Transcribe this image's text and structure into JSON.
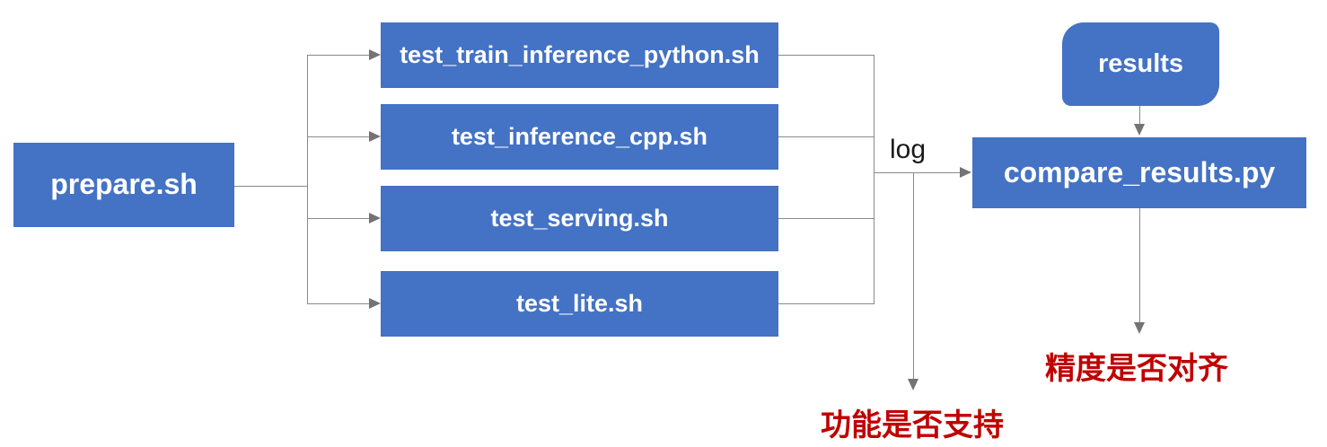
{
  "diagram": {
    "prepare": {
      "label": "prepare.sh"
    },
    "tests": [
      {
        "label": "test_train_inference_python.sh"
      },
      {
        "label": "test_inference_cpp.sh"
      },
      {
        "label": "test_serving.sh"
      },
      {
        "label": "test_lite.sh"
      }
    ],
    "log_label": "log",
    "results": {
      "label": "results"
    },
    "compare": {
      "label": "compare_results.py"
    },
    "annotations": {
      "function_support": "功能是否支持",
      "precision_alignment": "精度是否对齐"
    },
    "colors": {
      "node_fill": "#4472C4",
      "node_text": "#FFFFFF",
      "line": "#8A8A8A",
      "arrowhead": "#737373",
      "annotation_red": "#C00000",
      "log_text": "#1A1A1A",
      "background": "#FFFFFF"
    }
  }
}
